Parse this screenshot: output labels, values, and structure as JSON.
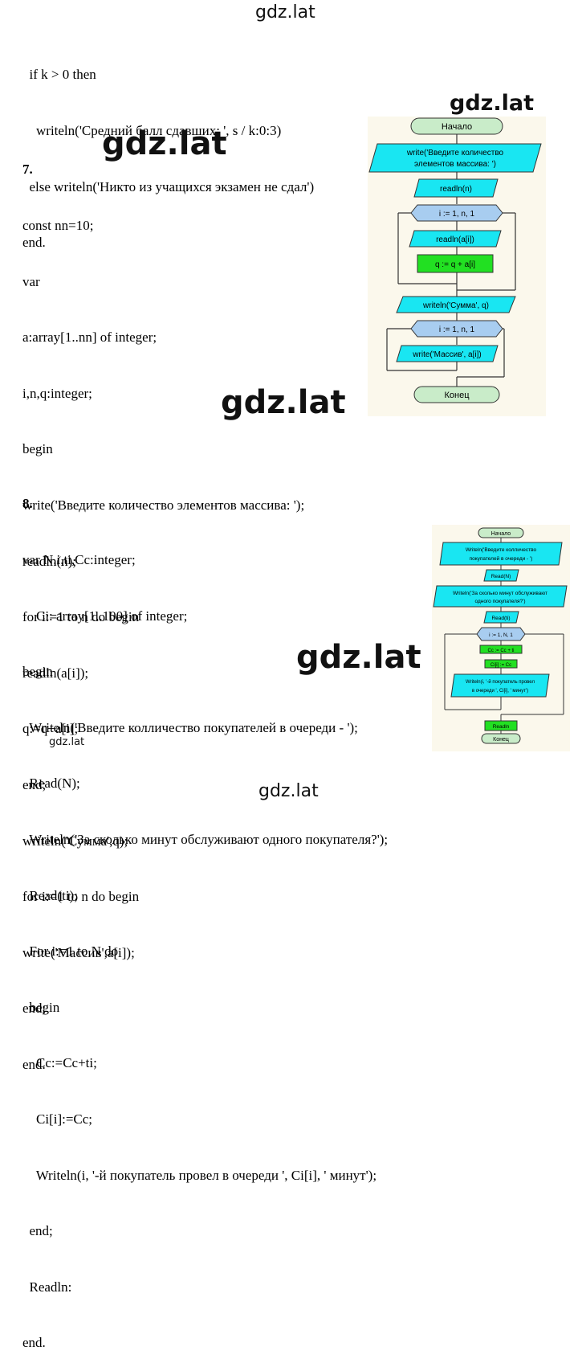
{
  "watermarks": {
    "top": "gdz.lat",
    "bottom": "gdz.lat",
    "big1": "gdz.lat",
    "big2": "gdz.lat",
    "big3": "gdz.lat",
    "big4": "gdz.lat",
    "small": "gdz.lat"
  },
  "block_top": {
    "lines": [
      "  if k > 0 then",
      "    writeln('Средний балл сдавших: ', s / k:0:3)",
      "  else writeln('Никто из учащихся экзамен не сдал')",
      "end."
    ]
  },
  "task7": {
    "number": "7.",
    "lines": [
      "const nn=10;",
      "var",
      "a:array[1..nn] of integer;",
      "i,n,q:integer;",
      "begin",
      "write('Введите количество элементов массива: ');",
      "readln(n);",
      "for i:=1 to n do begin",
      "readln(a[i]);",
      "q:=q+a[i];",
      "end;",
      "writeln('Сумма',q);",
      "for i:=1 to n do begin",
      "write('Массив',a[i]);",
      "end;",
      "end."
    ]
  },
  "task8": {
    "number": "8.",
    "lines": [
      "var N,i,ti,Cc:integer;",
      "    Ci: array[1..100] of integer;",
      "begin",
      "  Writeln('Введите колличество покупателей в очереди - ');",
      "  Read(N);",
      "  Writeln('За сколько минут обслуживают одного покупателя?');",
      "  Read(ti);",
      "  For i:=1 to N do",
      "  begin",
      "    Cc:=Cc+ti;",
      "    Ci[i]:=Cc;",
      "    Writeln(i, '-й покупатель провел в очереди ', Ci[i], ' минут');",
      "  end;",
      "  Readln:",
      "end."
    ]
  },
  "flow7": {
    "start": "Начало",
    "write1a": "write('Введите количество",
    "write1b": "элементов массива: ')",
    "readn": "readln(n)",
    "loop1": "i := 1, n, 1",
    "reada": "readln(a[i])",
    "sum": "q := q + a[i]",
    "writesum": "writeln('Сумма', q)",
    "loop2": "i := 1, n, 1",
    "writearr": "write('Массив', a[i])",
    "end": "Конец"
  },
  "flow8": {
    "start": "Начало",
    "w1a": "Writeln('Введите колличество",
    "w1b": "покупателей в очереди - ')",
    "readN": "Read(N)",
    "w2a": "Writeln('За сколько минут обслуживают",
    "w2b": "одного покупателя?')",
    "readti": "Read(ti)",
    "loop": "i := 1, N, 1",
    "cc": "Cc := Cc + ti",
    "ci": "Ci[i] := Cc",
    "w3a": "Writeln(i, '-й покупатель провел",
    "w3b": "в очереди ', Ci[i], ' минут')",
    "readln": "Readln",
    "end": "Конец"
  },
  "colors": {
    "cyan": "#19e6f2",
    "green": "#22e022",
    "loop": "#a8cdf0",
    "terminal": "#c9ecc9",
    "bg": "#fbf8ec"
  }
}
